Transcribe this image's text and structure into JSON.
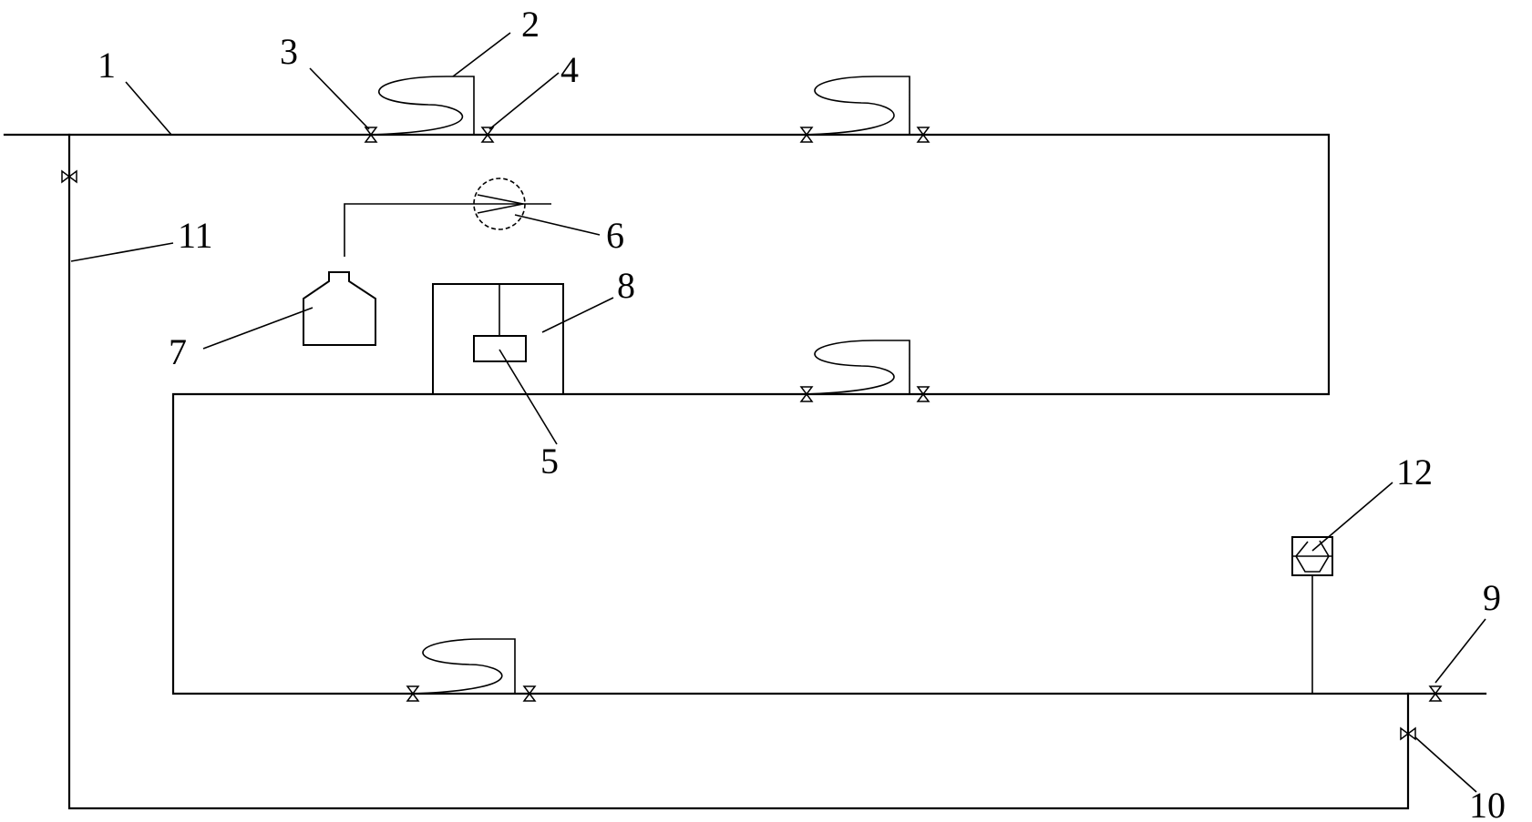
{
  "diagram": {
    "labels": {
      "l1": "1",
      "l2": "2",
      "l3": "3",
      "l4": "4",
      "l5": "5",
      "l6": "6",
      "l7": "7",
      "l8": "8",
      "l9": "9",
      "l10": "10",
      "l11": "11",
      "l12": "12"
    },
    "colors": {
      "line": "#000000",
      "background": "#ffffff"
    },
    "icons": [
      "valve-icon",
      "coil-icon",
      "heat-exchanger-icon",
      "tank-icon",
      "monitor-box-icon",
      "sensor-icon"
    ]
  }
}
